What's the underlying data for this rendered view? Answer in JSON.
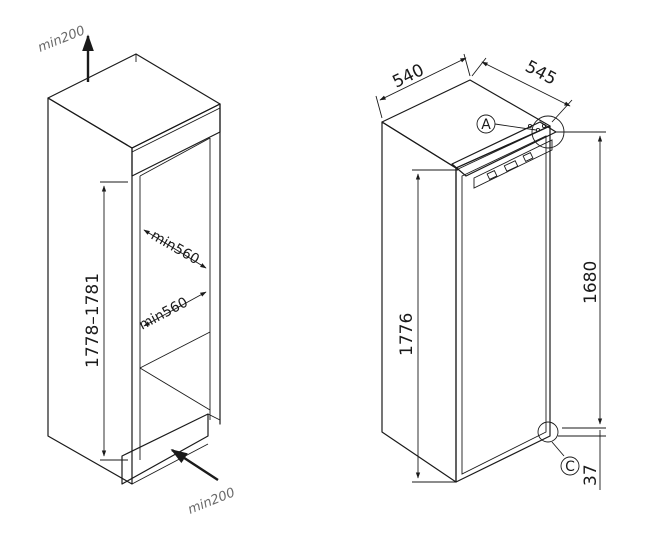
{
  "niche": {
    "top_clearance": "min200",
    "bottom_clearance": "min200",
    "height_range": "1778–1781",
    "width_upper": "min560",
    "width_lower": "min560"
  },
  "appliance": {
    "width": "540",
    "depth": "545",
    "height_total": "1776",
    "height_door": "1680",
    "bottom_offset": "37",
    "callout_a": "A",
    "callout_c": "C"
  }
}
